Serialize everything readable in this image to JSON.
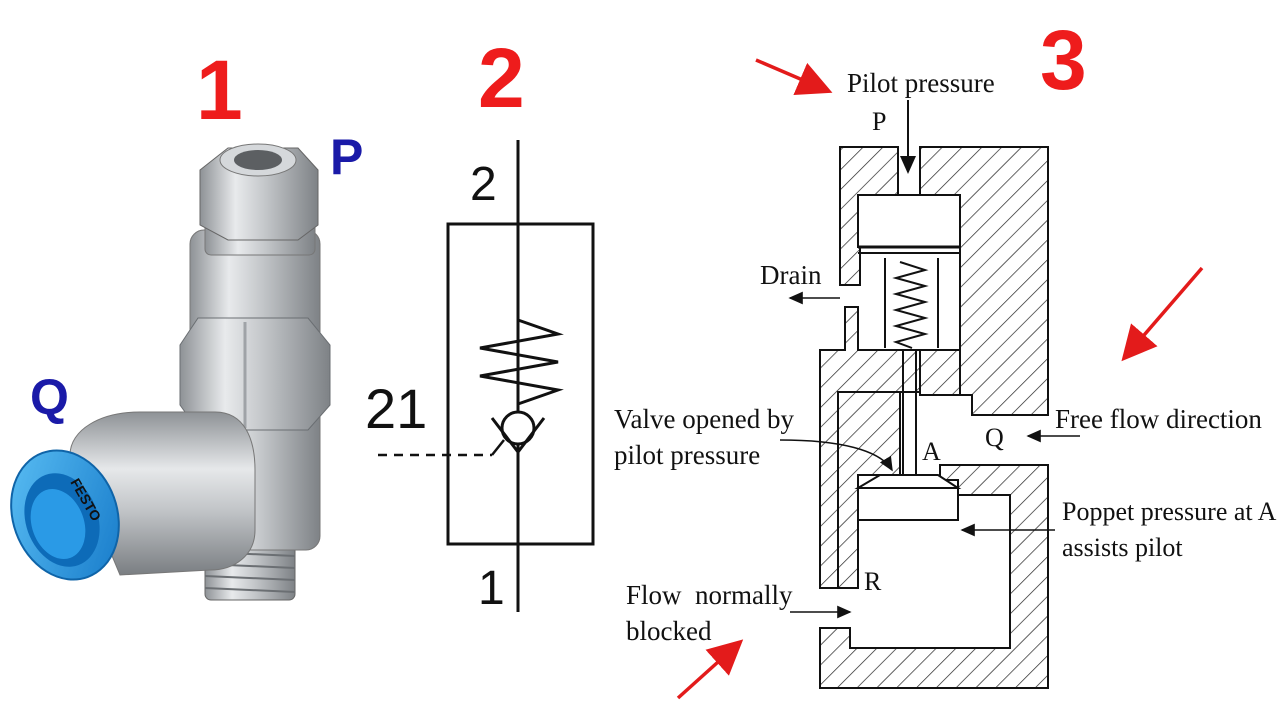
{
  "colors": {
    "number": "#ee1c1c",
    "port_label": "#1a1aa8",
    "arrow": "#e31b1b",
    "fitting_blue": "#1e9be0",
    "fitting_metal": "#b9bcc0"
  },
  "panel1": {
    "number": "1",
    "port_top": "P",
    "port_left": "Q",
    "brand": "FESTO",
    "image": "push-in-fitting-photo"
  },
  "panel2": {
    "number": "2",
    "port_top": "2",
    "pilot_port": "21",
    "port_bottom": "1"
  },
  "panel3": {
    "number": "3",
    "labels": {
      "pilot": "Pilot pressure",
      "p": "P",
      "drain": "Drain",
      "valve1": "Valve opened by",
      "valve2": "pilot pressure",
      "free_flow": "Free flow direction",
      "q": "Q",
      "a": "A",
      "poppet1": "Poppet pressure at A",
      "poppet2": "assists pilot",
      "r": "R",
      "flow1": "Flow  normally",
      "flow2": "blocked"
    }
  }
}
